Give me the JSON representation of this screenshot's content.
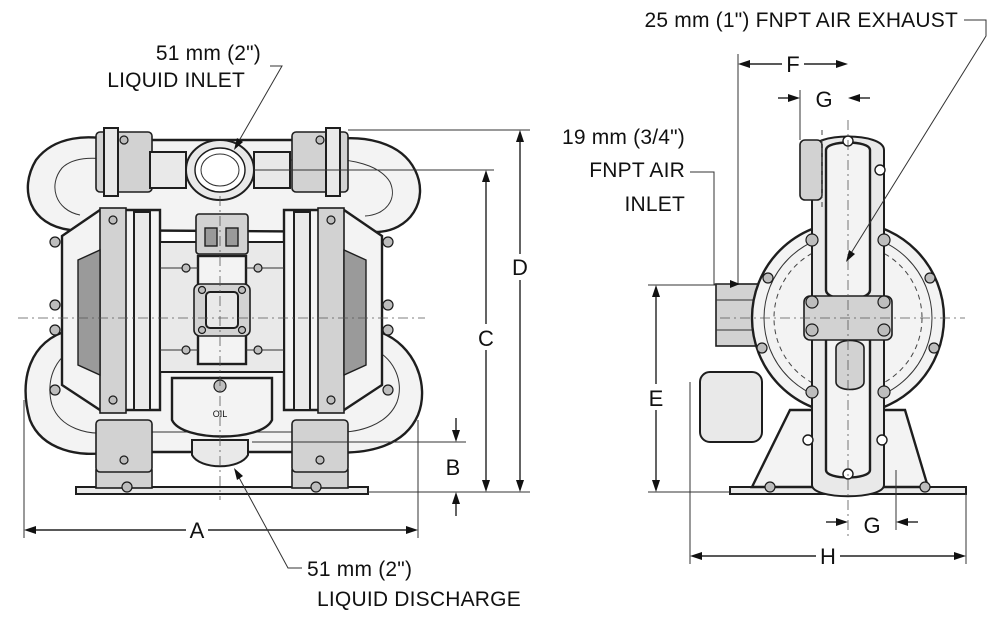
{
  "labels": {
    "liquid_inlet_size": "51 mm (2\")",
    "liquid_inlet": "LIQUID INLET",
    "air_exhaust": "25 mm (1\") FNPT AIR EXHAUST",
    "air_inlet_size": "19 mm (3/4\")",
    "air_inlet_fnpt": "FNPT AIR",
    "air_inlet": "INLET",
    "liquid_discharge_size": "51 mm (2\")",
    "liquid_discharge": "LIQUID DISCHARGE",
    "oil_marking": "OIL"
  },
  "dimensions": {
    "a": "A",
    "b": "B",
    "c": "C",
    "d": "D",
    "e": "E",
    "f": "F",
    "g_top": "G",
    "g_bottom": "G",
    "h": "H"
  }
}
